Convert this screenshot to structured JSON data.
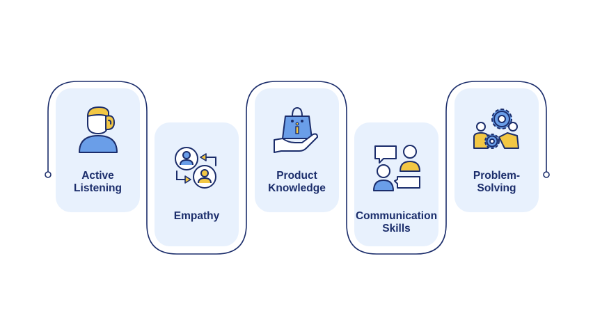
{
  "colors": {
    "line": "#1b2d6b",
    "card": "#e8f1fd",
    "blue": "#6a9ee8",
    "yellow": "#f2c744",
    "text": "#1b2d6b"
  },
  "steps": [
    {
      "label": "Active\nListening",
      "icon": "person-ear-icon"
    },
    {
      "label": "Empathy",
      "icon": "empathy-exchange-icon"
    },
    {
      "label": "Product\nKnowledge",
      "icon": "shopping-bag-hand-icon"
    },
    {
      "label": "Communication\nSkills",
      "icon": "conversation-icon"
    },
    {
      "label": "Problem-\nSolving",
      "icon": "gears-team-icon"
    }
  ]
}
